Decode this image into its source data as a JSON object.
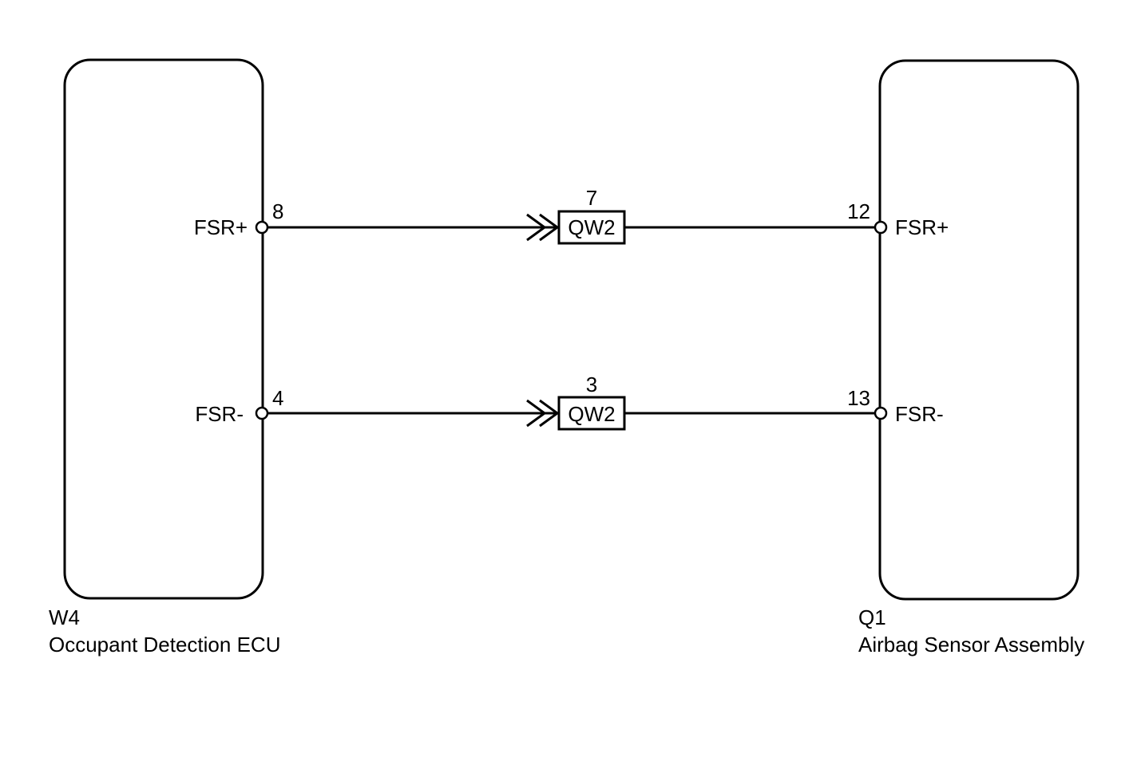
{
  "left_component": {
    "code": "W4",
    "name": "Occupant Detection ECU",
    "pins": [
      {
        "signal": "FSR+",
        "number": "8"
      },
      {
        "signal": "FSR-",
        "number": "4"
      }
    ]
  },
  "right_component": {
    "code": "Q1",
    "name": "Airbag Sensor Assembly",
    "pins": [
      {
        "signal": "FSR+",
        "number": "12"
      },
      {
        "signal": "FSR-",
        "number": "13"
      }
    ]
  },
  "connectors": [
    {
      "label": "QW2",
      "pin": "7"
    },
    {
      "label": "QW2",
      "pin": "3"
    }
  ]
}
